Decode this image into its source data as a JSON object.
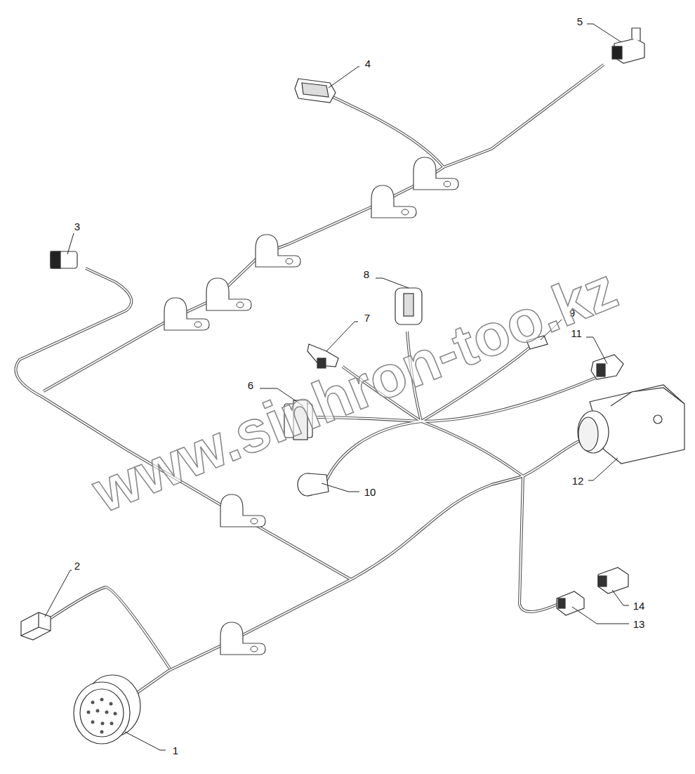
{
  "diagram": {
    "labels": [
      "1",
      "2",
      "3",
      "4",
      "5",
      "6",
      "7",
      "8",
      "9",
      "10",
      "11",
      "12",
      "13",
      "14",
      "www.sinhron-too.kz"
    ]
  }
}
